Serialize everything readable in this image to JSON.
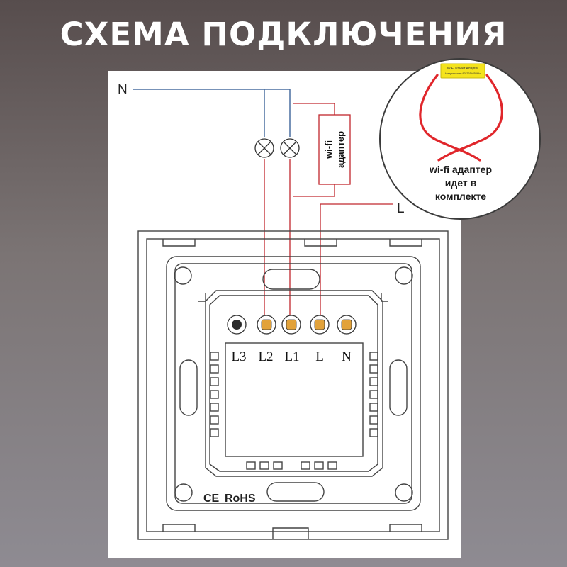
{
  "header": {
    "title": "СХЕМА ПОДКЛЮЧЕНИЯ"
  },
  "wiring": {
    "neutral_label": "N",
    "line_label": "L",
    "adapter_label_1": "wi-fi",
    "adapter_label_2": "адаптер"
  },
  "device": {
    "terminal_labels": [
      "L3",
      "L2",
      "L1",
      "L",
      "N"
    ],
    "ce_mark": "CE",
    "rohs_mark": "RoHS"
  },
  "inset": {
    "adapter_tag_1": "WiFi Power Adapter",
    "adapter_tag_2": "Напряжение:80-265V/50Hz",
    "caption_line_1": "wi-fi адаптер",
    "caption_line_2": "идет в",
    "caption_line_3": "комплекте"
  },
  "colors": {
    "neutral_wire": "#4a6fa0",
    "line_wire": "#c1272d",
    "adapter_cable": "#e0262b",
    "adapter_body": "#f4e31c"
  }
}
